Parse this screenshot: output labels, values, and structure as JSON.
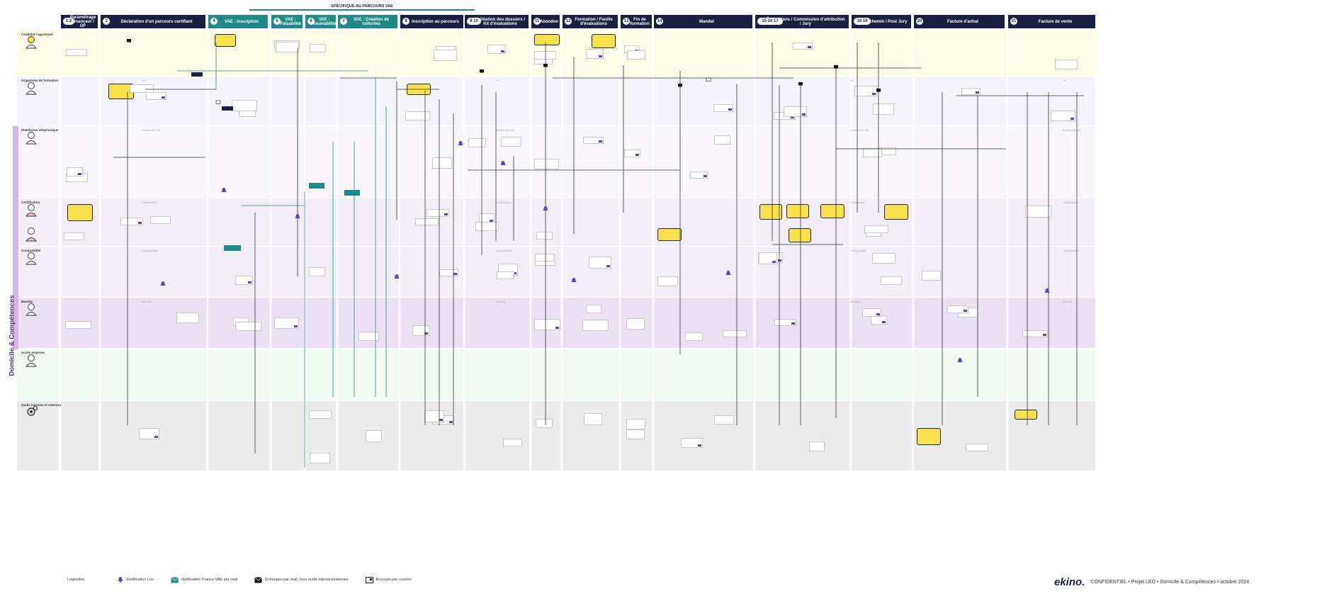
{
  "header": {
    "vae_group_title": "SPÉCIFIQUE AU PARCOURS VAE",
    "columns": [
      {
        "nums": "1 2",
        "label": "Paramétrage Financeur / OF",
        "color": "#1c1f44"
      },
      {
        "nums": "3",
        "label": "Déclaration d'un parcours certifiant",
        "color": "#1c1f44"
      },
      {
        "nums": "4",
        "label": "VAE : Inscription",
        "color": "#1f8a88"
      },
      {
        "nums": "5",
        "label": "VAE : Faisabilité",
        "color": "#1f8a88"
      },
      {
        "nums": "6",
        "label": "VAE : Recevabilité",
        "color": "#1f8a88"
      },
      {
        "nums": "7",
        "label": "VAE : Création de cohortes",
        "color": "#1f8a88"
      },
      {
        "nums": "8",
        "label": "Inscription au parcours",
        "color": "#1c1f44"
      },
      {
        "nums": "9 10",
        "label": "Validation des dossiers / Kit d'évaluations",
        "color": "#1c1f44"
      },
      {
        "nums": "11",
        "label": "Abandon",
        "color": "#1c1f44"
      },
      {
        "nums": "12",
        "label": "Formation / Feuille d'évaluations",
        "color": "#1c1f44"
      },
      {
        "nums": "13",
        "label": "Fin de formation",
        "color": "#1c1f44"
      },
      {
        "nums": "14",
        "label": "Mandat",
        "color": "#1c1f44"
      },
      {
        "nums": "15 16 17",
        "label": "Évaluations / Commission d'attribution / Jury",
        "color": "#1c1f44"
      },
      {
        "nums": "18 19",
        "label": "Parchemin / Post Jury",
        "color": "#1c1f44"
      },
      {
        "nums": "20",
        "label": "Facture d'achat",
        "color": "#1c1f44"
      },
      {
        "nums": "21",
        "label": "Facture de vente",
        "color": "#1c1f44"
      }
    ]
  },
  "group_label": "Domicile & Compétences",
  "lanes": [
    {
      "label": "Candidat / apprenant",
      "bg": "#fefbe6",
      "watermark": ""
    },
    {
      "label": "Organisme de formation",
      "bg": "#f5f4fb",
      "watermark": "OF"
    },
    {
      "label": "Plateforme téléphonique",
      "bg": "#f8f6fb",
      "watermark": "Plateforme tél."
    },
    {
      "label": "Certification",
      "bg": "#f3edf7",
      "watermark": "Certification"
    },
    {
      "label": "Comptabilité",
      "bg": "#f3edf7",
      "watermark": "Comptabilité"
    },
    {
      "label": "Mandat",
      "bg": "#ece0f3",
      "watermark": "Mandat"
    },
    {
      "label": "Accès externes",
      "bg": "#f2f8f2",
      "watermark": ""
    },
    {
      "label": "Outils internes et externes",
      "bg": "#ebebeb",
      "watermark": ""
    }
  ],
  "legend": {
    "title": "Légendes",
    "items": [
      {
        "icon": "bell-icon",
        "label": "Notification Leo"
      },
      {
        "icon": "mail-teal-icon",
        "label": "Notification France VAE par mail"
      },
      {
        "icon": "envelope-icon",
        "label": "Échanges par mail, hors outils internes/externes"
      },
      {
        "icon": "letter-icon",
        "label": "Envoyés par courrier"
      }
    ]
  },
  "footer": {
    "logo": "ekino.",
    "text": "CONFIDENTIEL • Projet LEO • Domicile & Compétences • octobre 2024"
  },
  "colors": {
    "navy": "#1c1f44",
    "teal": "#1f8a88",
    "yellow": "#f9e14b",
    "purple_bar": "#d5b6e8",
    "badge": "#5b3fc4"
  }
}
